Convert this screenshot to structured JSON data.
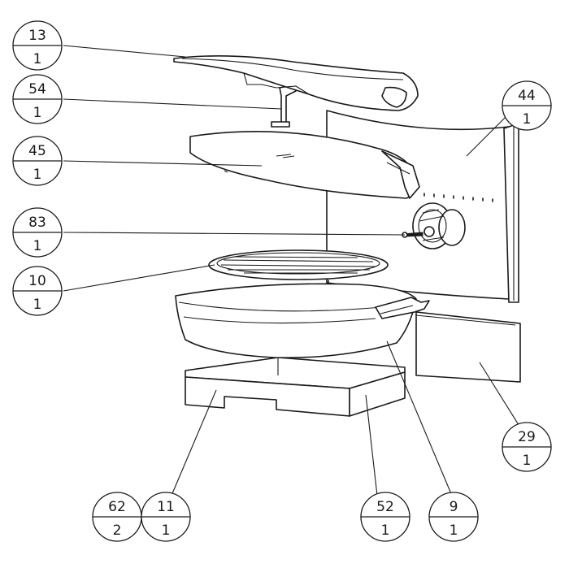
{
  "callouts": [
    {
      "id": "13",
      "part": "13",
      "qty": "1"
    },
    {
      "id": "54",
      "part": "54",
      "qty": "1"
    },
    {
      "id": "45",
      "part": "45",
      "qty": "1"
    },
    {
      "id": "83",
      "part": "83",
      "qty": "1"
    },
    {
      "id": "10",
      "part": "10",
      "qty": "1"
    },
    {
      "id": "44",
      "part": "44",
      "qty": "1"
    },
    {
      "id": "29",
      "part": "29",
      "qty": "1"
    },
    {
      "id": "62",
      "part": "62",
      "qty": "2"
    },
    {
      "id": "11",
      "part": "11",
      "qty": "1"
    },
    {
      "id": "52",
      "part": "52",
      "qty": "1"
    },
    {
      "id": "9",
      "part": "9",
      "qty": "1"
    }
  ]
}
